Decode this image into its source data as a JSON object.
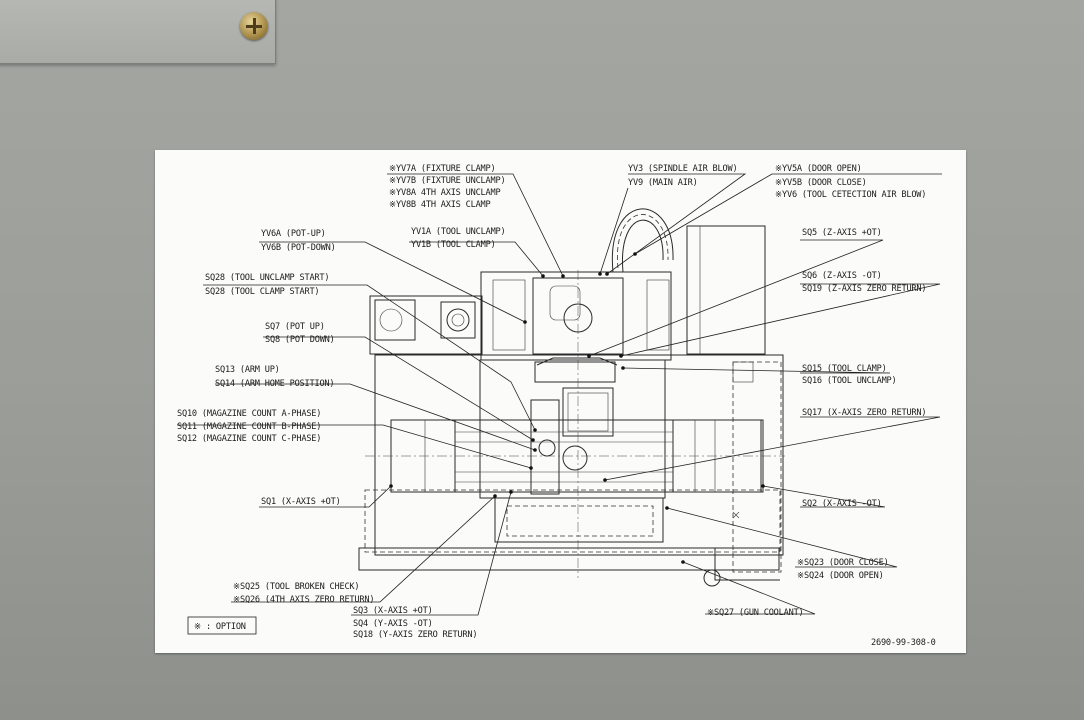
{
  "diagram": {
    "top_group_left": [
      "※YV7A (FIXTURE CLAMP)",
      "※YV7B (FIXTURE UNCLAMP)",
      "※YV8A 4TH AXIS UNCLAMP",
      "※YV8B 4TH AXIS CLAMP"
    ],
    "top_group_mid": [
      "YV3 (SPINDLE AIR BLOW)",
      "YV9 (MAIN AIR)"
    ],
    "top_group_right": [
      "※YV5A (DOOR OPEN)",
      "※YV5B (DOOR CLOSE)",
      "※YV6 (TOOL CETECTION AIR BLOW)"
    ],
    "yv6": [
      "YV6A (POT-UP)",
      "YV6B (POT-DOWN)"
    ],
    "yv1": [
      "YV1A (TOOL UNCLAMP)",
      "YV1B (TOOL CLAMP)"
    ],
    "sq28": [
      "SQ28 (TOOL UNCLAMP START)",
      "SQ28 (TOOL CLAMP START)"
    ],
    "sq7": [
      "SQ7 (POT UP)",
      "SQ8 (POT DOWN)"
    ],
    "sq13": [
      "SQ13 (ARM UP)",
      "SQ14 (ARM HOME POSITION)"
    ],
    "sq10": [
      "SQ10 (MAGAZINE COUNT A-PHASE)",
      "SQ11 (MAGAZINE COUNT B-PHASE)",
      "SQ12 (MAGAZINE COUNT C-PHASE)"
    ],
    "sq1": "SQ1 (X-AXIS +OT)",
    "sq25": [
      "※SQ25 (TOOL BROKEN CHECK)",
      "※SQ26 (4TH AXIS ZERO RETURN)"
    ],
    "sq3": [
      "SQ3 (X-AXIS +OT)",
      "SQ4 (Y-AXIS -OT)",
      "SQ18 (Y-AXIS ZERO RETURN)"
    ],
    "sq5": "SQ5 (Z-AXIS +OT)",
    "sq6": [
      "SQ6 (Z-AXIS -OT)",
      "SQ19 (Z-AXIS  ZERO RETURN)"
    ],
    "sq15": [
      "SQ15 (TOOL CLAMP)",
      "SQ16 (TOOL UNCLAMP)"
    ],
    "sq17": "SQ17 (X-AXIS  ZERO RETURN)",
    "sq2": "SQ2 (X-AXIS -OT)",
    "sq23": [
      "※SQ23 (DOOR CLOSE)",
      "※SQ24 (DOOR OPEN)"
    ],
    "sq27": "※SQ27 (GUN COOLANT)",
    "option_legend": "※ : OPTION",
    "drawing_number": "2690-99-308-0"
  }
}
